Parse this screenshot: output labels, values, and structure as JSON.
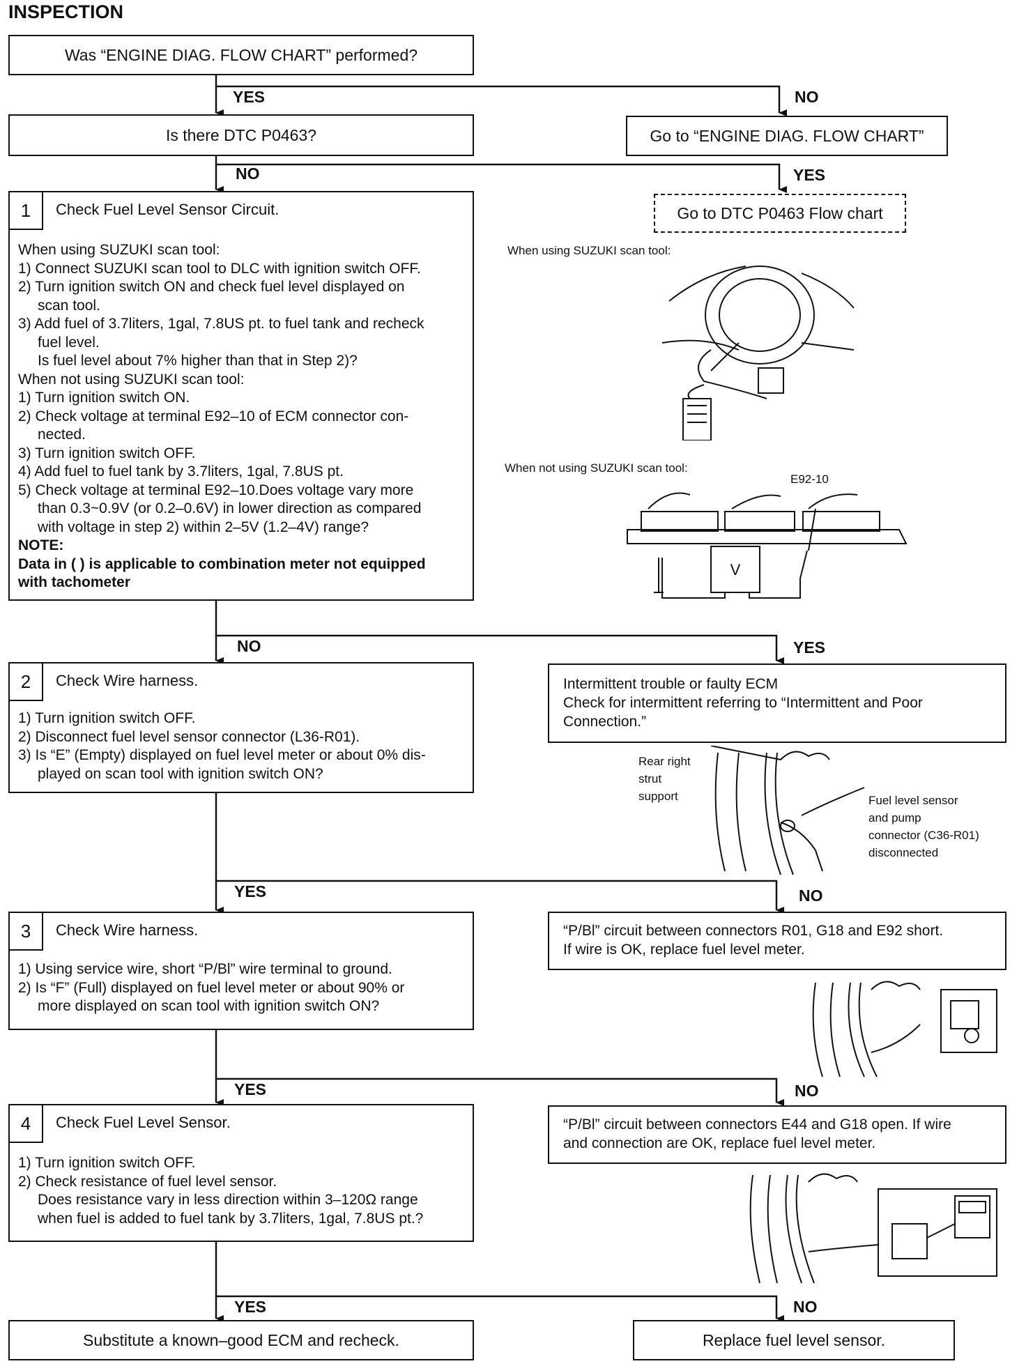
{
  "title": "INSPECTION",
  "q_performed": "Was “ENGINE DIAG. FLOW CHART” performed?",
  "q_dtc": "Is there DTC P0463?",
  "go_flow_chart": "Go to “ENGINE DIAG. FLOW CHART”",
  "go_dtc_flow": "Go to DTC P0463 Flow chart",
  "labels": {
    "yes": "YES",
    "no": "NO"
  },
  "step1": {
    "num": "1",
    "title": "Check Fuel Level Sensor Circuit.",
    "lines": [
      "When using SUZUKI scan tool:",
      "1) Connect SUZUKI scan tool to DLC with ignition switch OFF.",
      "2) Turn ignition switch ON and check fuel level displayed on",
      "scan tool.",
      "3) Add fuel of 3.7liters, 1gal, 7.8US pt. to fuel tank and recheck",
      "fuel level.",
      "Is fuel level about 7% higher than that in Step 2)?",
      "When not using SUZUKI scan tool:",
      "1) Turn ignition switch ON.",
      "2) Check voltage at terminal E92–10 of ECM connector con-",
      "nected.",
      "3) Turn ignition switch OFF.",
      "4) Add fuel to fuel tank by 3.7liters, 1gal, 7.8US pt.",
      "5) Check voltage at terminal E92–10.Does voltage vary more",
      "than 0.3~0.9V (or 0.2–0.6V) in lower direction as compared",
      "with voltage in step 2) within 2–5V (1.2–4V) range?"
    ],
    "note_label": "NOTE:",
    "note_text": "Data in (   ) is applicable to combination meter not equipped",
    "note_text2": "with tachometer"
  },
  "captions": {
    "scan_tool": "When using SUZUKI scan tool:",
    "no_scan_tool": "When not using SUZUKI scan tool:",
    "e92": "E92-10",
    "meter_v": "V",
    "strut": [
      "Rear right",
      "strut",
      "support"
    ],
    "sensor": [
      "Fuel level sensor",
      "and pump",
      "connector (C36-R01)",
      "disconnected"
    ]
  },
  "intermittent": {
    "line1": "Intermittent trouble or faulty ECM",
    "line2": "Check for intermittent referring to “Intermittent and Poor",
    "line3": "Connection.”"
  },
  "step2": {
    "num": "2",
    "title": "Check Wire harness.",
    "lines": [
      "1) Turn ignition switch OFF.",
      "2) Disconnect fuel level sensor connector (L36-R01).",
      "3) Is “E” (Empty) displayed on fuel level meter or about 0% dis-",
      "played on scan tool with ignition switch ON?"
    ]
  },
  "short_box": {
    "line1": "“P/Bl” circuit between connectors R01, G18 and E92 short.",
    "line2": "If wire is OK, replace fuel level meter."
  },
  "step3": {
    "num": "3",
    "title": "Check Wire harness.",
    "lines": [
      "1) Using service wire, short “P/Bl” wire terminal to ground.",
      "2) Is “F” (Full) displayed on fuel level meter or about 90% or",
      "more displayed on scan tool with ignition switch ON?"
    ]
  },
  "open_box": {
    "line1": "“P/Bl” circuit between connectors E44 and G18 open. If wire",
    "line2": "and connection are OK, replace fuel level meter."
  },
  "step4": {
    "num": "4",
    "title": "Check Fuel Level Sensor.",
    "lines": [
      "1) Turn ignition switch OFF.",
      "2) Check resistance of fuel level sensor.",
      "Does resistance vary in less direction within 3–120Ω range",
      "when fuel is added to fuel tank by 3.7liters, 1gal, 7.8US pt.?"
    ]
  },
  "substitute_ecm": "Substitute a known–good ECM and recheck.",
  "replace_sensor": "Replace fuel level sensor."
}
